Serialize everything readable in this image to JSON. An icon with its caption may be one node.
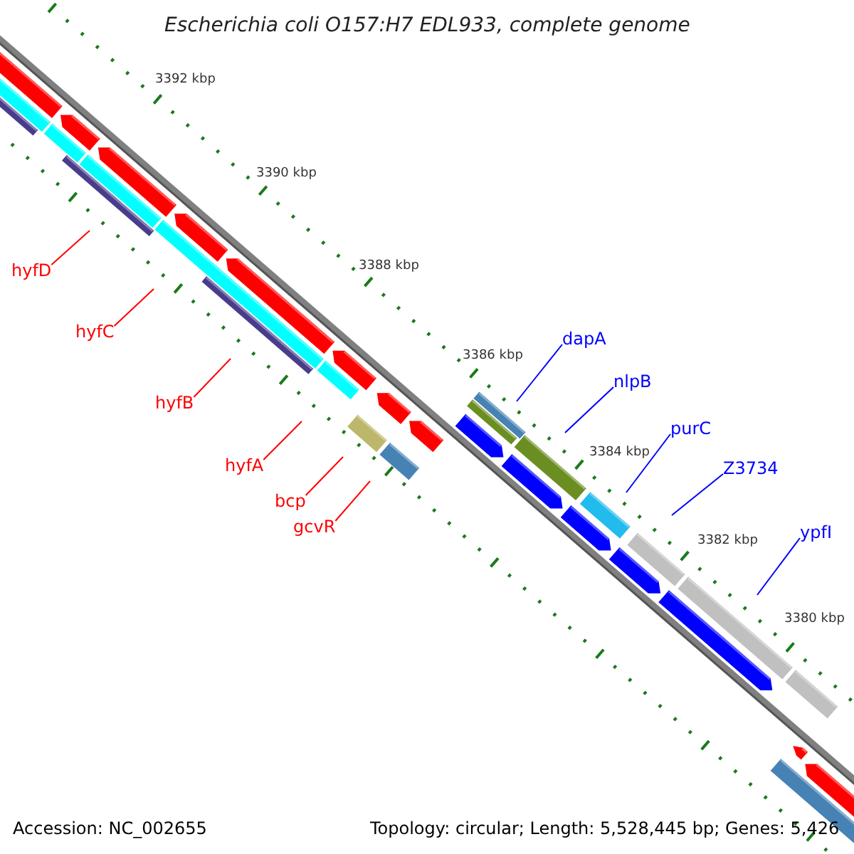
{
  "diagram": {
    "title": "Escherichia coli O157:H7 EDL933, complete genome",
    "nodes": [
      {
        "text": [
          "hyfD"
        ]
      },
      {
        "text": [
          "hyfC"
        ]
      },
      {
        "text": [
          "dapA"
        ]
      },
      {
        "text": [
          "nlpB"
        ]
      },
      {
        "text": [
          "hyfB"
        ]
      },
      {
        "text": [
          "purC"
        ]
      },
      {
        "text": [
          "hyfA"
        ]
      },
      {
        "text": [
          "Z3734"
        ]
      },
      {
        "text": [
          "bcp"
        ]
      },
      {
        "text": [
          "gcvR"
        ]
      },
      {
        "text": [
          "ypfI"
        ]
      }
    ],
    "edges": [
      {
        "from": 0,
        "to": null,
        "arrow": "none"
      },
      {
        "from": 1,
        "to": null,
        "arrow": "none"
      },
      {
        "from": 2,
        "to": null,
        "arrow": "none",
        "color": "#0000ff"
      },
      {
        "from": 3,
        "to": null,
        "arrow": "none",
        "color": "#0000ff"
      },
      {
        "from": 4,
        "to": null,
        "arrow": "none"
      },
      {
        "from": 5,
        "to": null,
        "arrow": "none",
        "color": "#0000ff"
      },
      {
        "from": 6,
        "to": null,
        "arrow": "none"
      },
      {
        "from": 7,
        "to": null,
        "arrow": "none",
        "color": "#0000ff"
      },
      {
        "from": 8,
        "to": null,
        "arrow": "none"
      },
      {
        "from": 9,
        "to": null,
        "arrow": "none"
      },
      {
        "from": 10,
        "to": null,
        "arrow": "none",
        "color": "#0000ff"
      }
    ],
    "labels": [
      "3392 kbp",
      "3390 kbp",
      "3388 kbp",
      "3386 kbp",
      "3384 kbp",
      "3382 kbp",
      "3380 kbp",
      "Accession: NC_002655",
      "Topology: circular; Length: 5,528,445 bp; Genes: 5,426"
    ]
  }
}
